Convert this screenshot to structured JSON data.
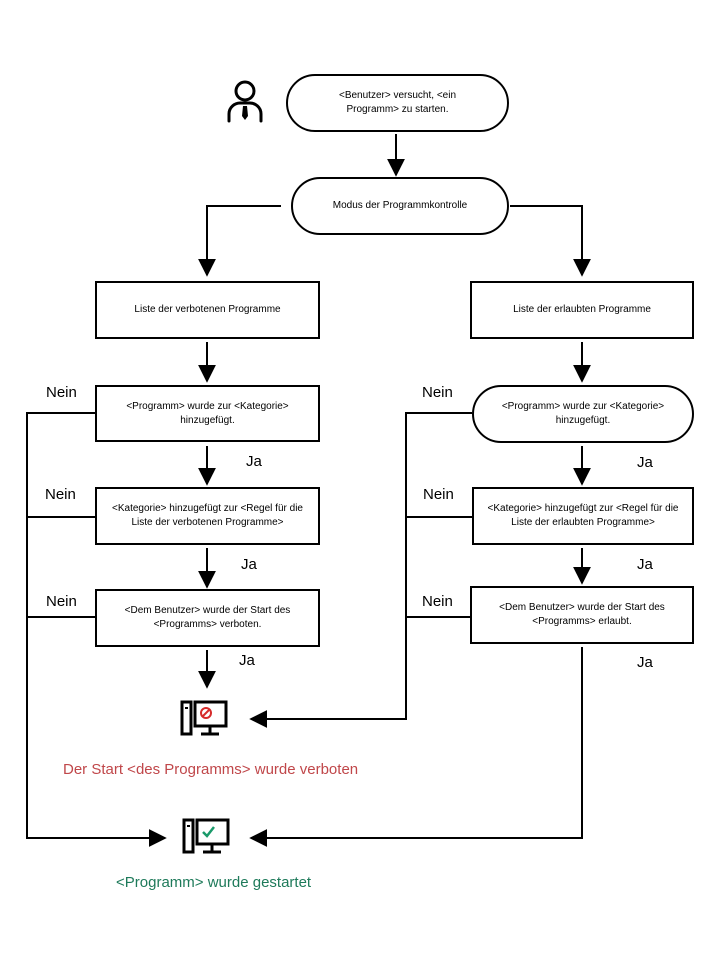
{
  "nodes": {
    "start": "<Benutzer> versucht, <ein Programm>  zu starten.",
    "mode": "Modus der Programmkontrolle",
    "left_list": "Liste der verbotenen Programme",
    "right_list": "Liste der erlaubten Programme",
    "left_check1": "<Programm>  wurde zur <Kategorie> hinzugefügt.",
    "right_check1": "<Programm>  wurde zur <Kategorie> hinzugefügt.",
    "left_check2": "<Kategorie> hinzugefügt zur <Regel für die Liste der verbotenen Programme>",
    "right_check2": "<Kategorie> hinzugefügt zur <Regel für die Liste der erlaubten Programme>",
    "left_check3": "<Dem Benutzer> wurde der Start des <Programms> verboten.",
    "right_check3": "<Dem Benutzer> wurde der Start des <Programms> erlaubt."
  },
  "labels": {
    "yes": "Ja",
    "no": "Nein"
  },
  "results": {
    "blocked": "Der Start <des Programms> wurde verboten",
    "started": "<Programm> wurde gestartet"
  },
  "icons": {
    "user": "user-icon",
    "blocked": "computer-blocked-icon",
    "allowed": "computer-allowed-icon"
  },
  "colors": {
    "blocked_text": "#c0474a",
    "started_text": "#1e7a5a",
    "blocked_icon": "#d62b2b",
    "allowed_icon": "#1a9a6a"
  }
}
